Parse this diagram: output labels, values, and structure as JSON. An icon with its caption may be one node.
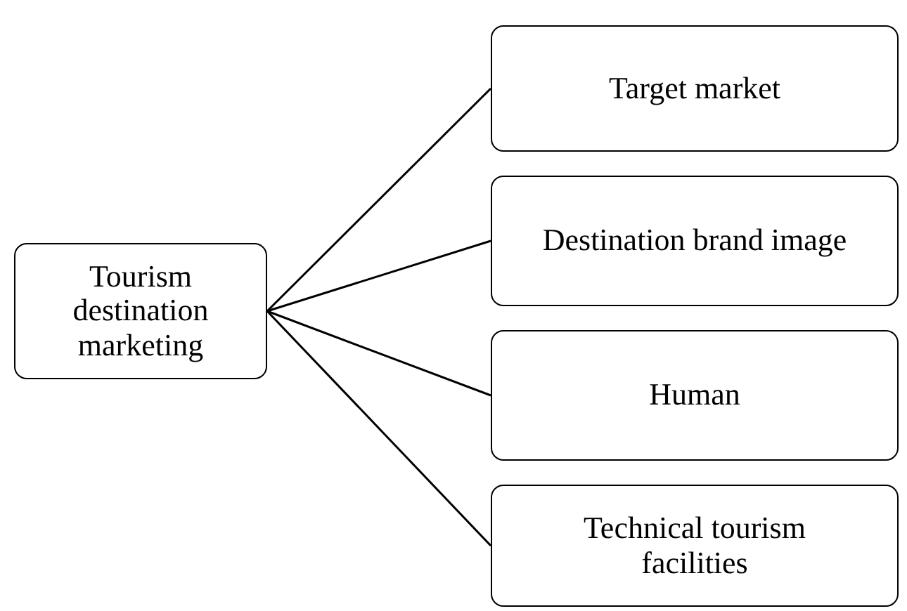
{
  "diagram": {
    "nodes": [
      {
        "text": [
          "Tourism destination marketing"
        ]
      },
      {
        "text": [
          "Target market"
        ]
      },
      {
        "text": [
          "Destination brand image"
        ]
      },
      {
        "text": [
          "Human"
        ]
      },
      {
        "text": [
          "Technical tourism facilities"
        ]
      }
    ],
    "edges": [
      {
        "from": 0,
        "to": 1,
        "arrow": "none"
      },
      {
        "from": 0,
        "to": 2,
        "arrow": "none"
      },
      {
        "from": 0,
        "to": 3,
        "arrow": "none"
      },
      {
        "from": 0,
        "to": 4,
        "arrow": "none"
      }
    ]
  }
}
